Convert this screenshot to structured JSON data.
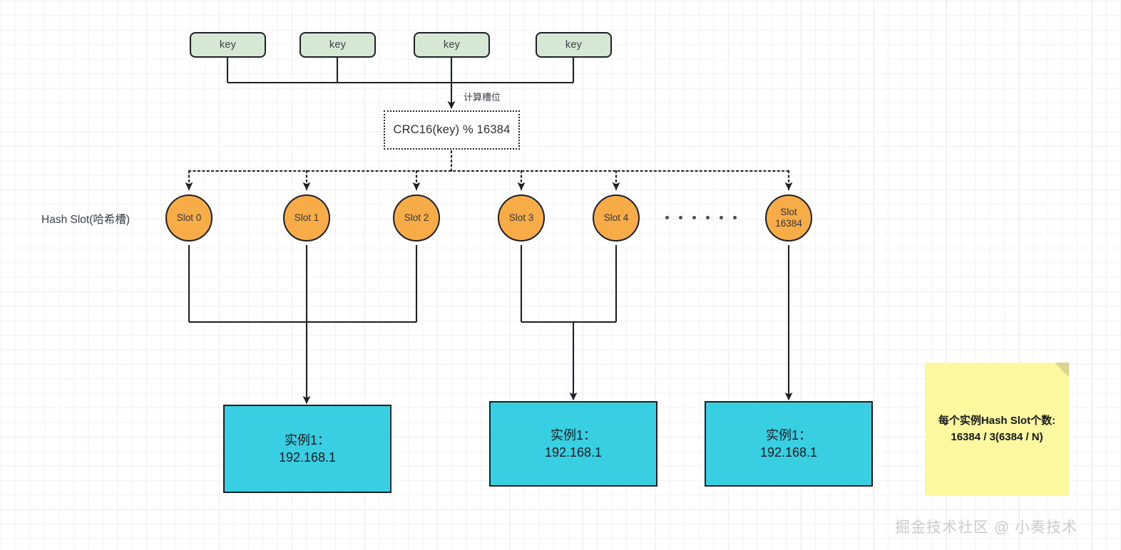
{
  "diagram": {
    "title": "Redis Cluster Hash Slot Diagram",
    "colors": {
      "key_fill": "#d5e8d4",
      "slot_fill": "#f7ac48",
      "instance_fill": "#39cfe2",
      "note_fill": "#fbf8a0",
      "stroke": "#1d2024",
      "grid": "#e9e9ec"
    },
    "keys": [
      {
        "label": "key"
      },
      {
        "label": "key"
      },
      {
        "label": "key"
      },
      {
        "label": "key"
      }
    ],
    "calc_edge_label": "计算槽位",
    "hash_function": "CRC16(key) % 16384",
    "row_label": "Hash Slot(哈希槽)",
    "slots": [
      {
        "label": "Slot 0"
      },
      {
        "label": "Slot 1"
      },
      {
        "label": "Slot 2"
      },
      {
        "label": "Slot 3"
      },
      {
        "label": "Slot 4"
      },
      {
        "label_line1": "Slot",
        "label_line2": "16384"
      }
    ],
    "ellipsis_dot_count": 6,
    "instances": [
      {
        "line1": "实例1：",
        "line2": "192.168.1"
      },
      {
        "line1": "实例1：",
        "line2": "192.168.1"
      },
      {
        "line1": "实例1：",
        "line2": "192.168.1"
      }
    ],
    "note": {
      "line1": "每个实例Hash Slot个数:",
      "line2": "16384 / 3(6384 / N)"
    },
    "watermark": "掘金技术社区 @ 小奏技术"
  }
}
